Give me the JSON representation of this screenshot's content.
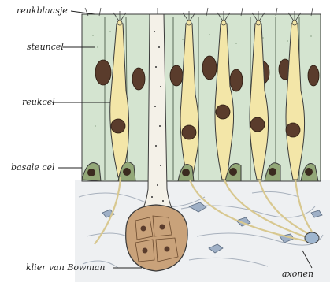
{
  "labels": {
    "reukblaasje": "reukblaasje",
    "steuncel": "steuncel",
    "reukcel": "reukcel",
    "basale_cel": "basale cel",
    "klier_van_bowman": "klier van Bowman",
    "axonen": "axonen"
  },
  "colors": {
    "steuncel_fill": "#d4e4d0",
    "reukcel_fill": "#f3e6a8",
    "basale_fill": "#93a878",
    "nucleus": "#5a3c2c",
    "gland_fill": "#c9a27a",
    "connective_fill": "#eef0f2",
    "outline": "#3a3a3a"
  }
}
